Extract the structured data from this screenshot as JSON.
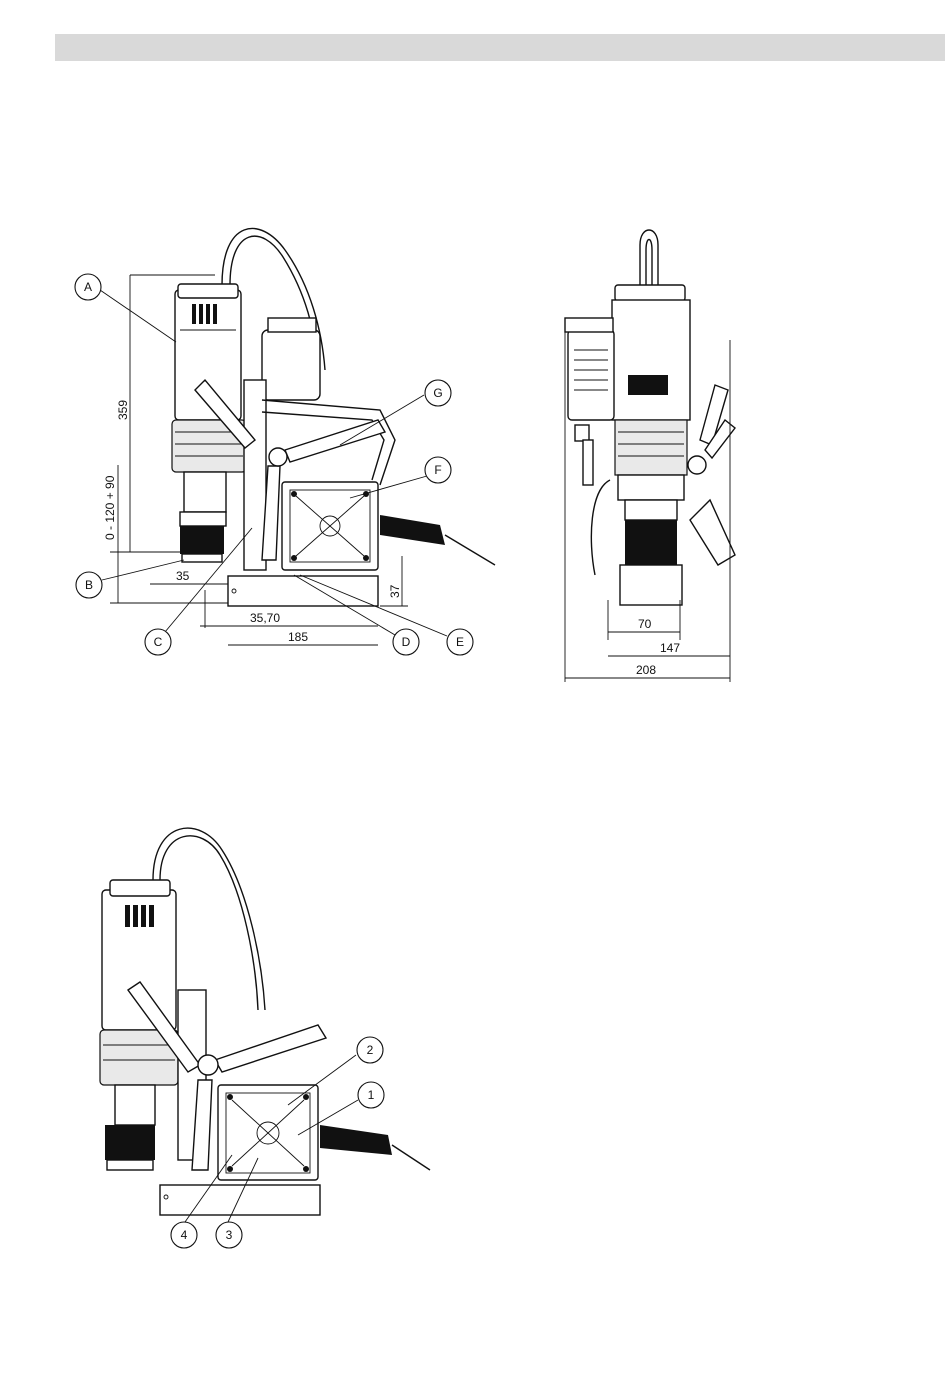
{
  "dimensions": {
    "height_total": "359",
    "stroke_range": "0 - 120 + 90",
    "spindle_offset": "35",
    "base_offset": "35,70",
    "base_length": "185",
    "base_height": "37",
    "spindle_width": "70",
    "mid_width": "147",
    "total_width": "208"
  },
  "parts_callouts": [
    "A",
    "B",
    "C",
    "D",
    "E",
    "F",
    "G"
  ],
  "magnet_callouts": [
    "1",
    "2",
    "3",
    "4"
  ]
}
